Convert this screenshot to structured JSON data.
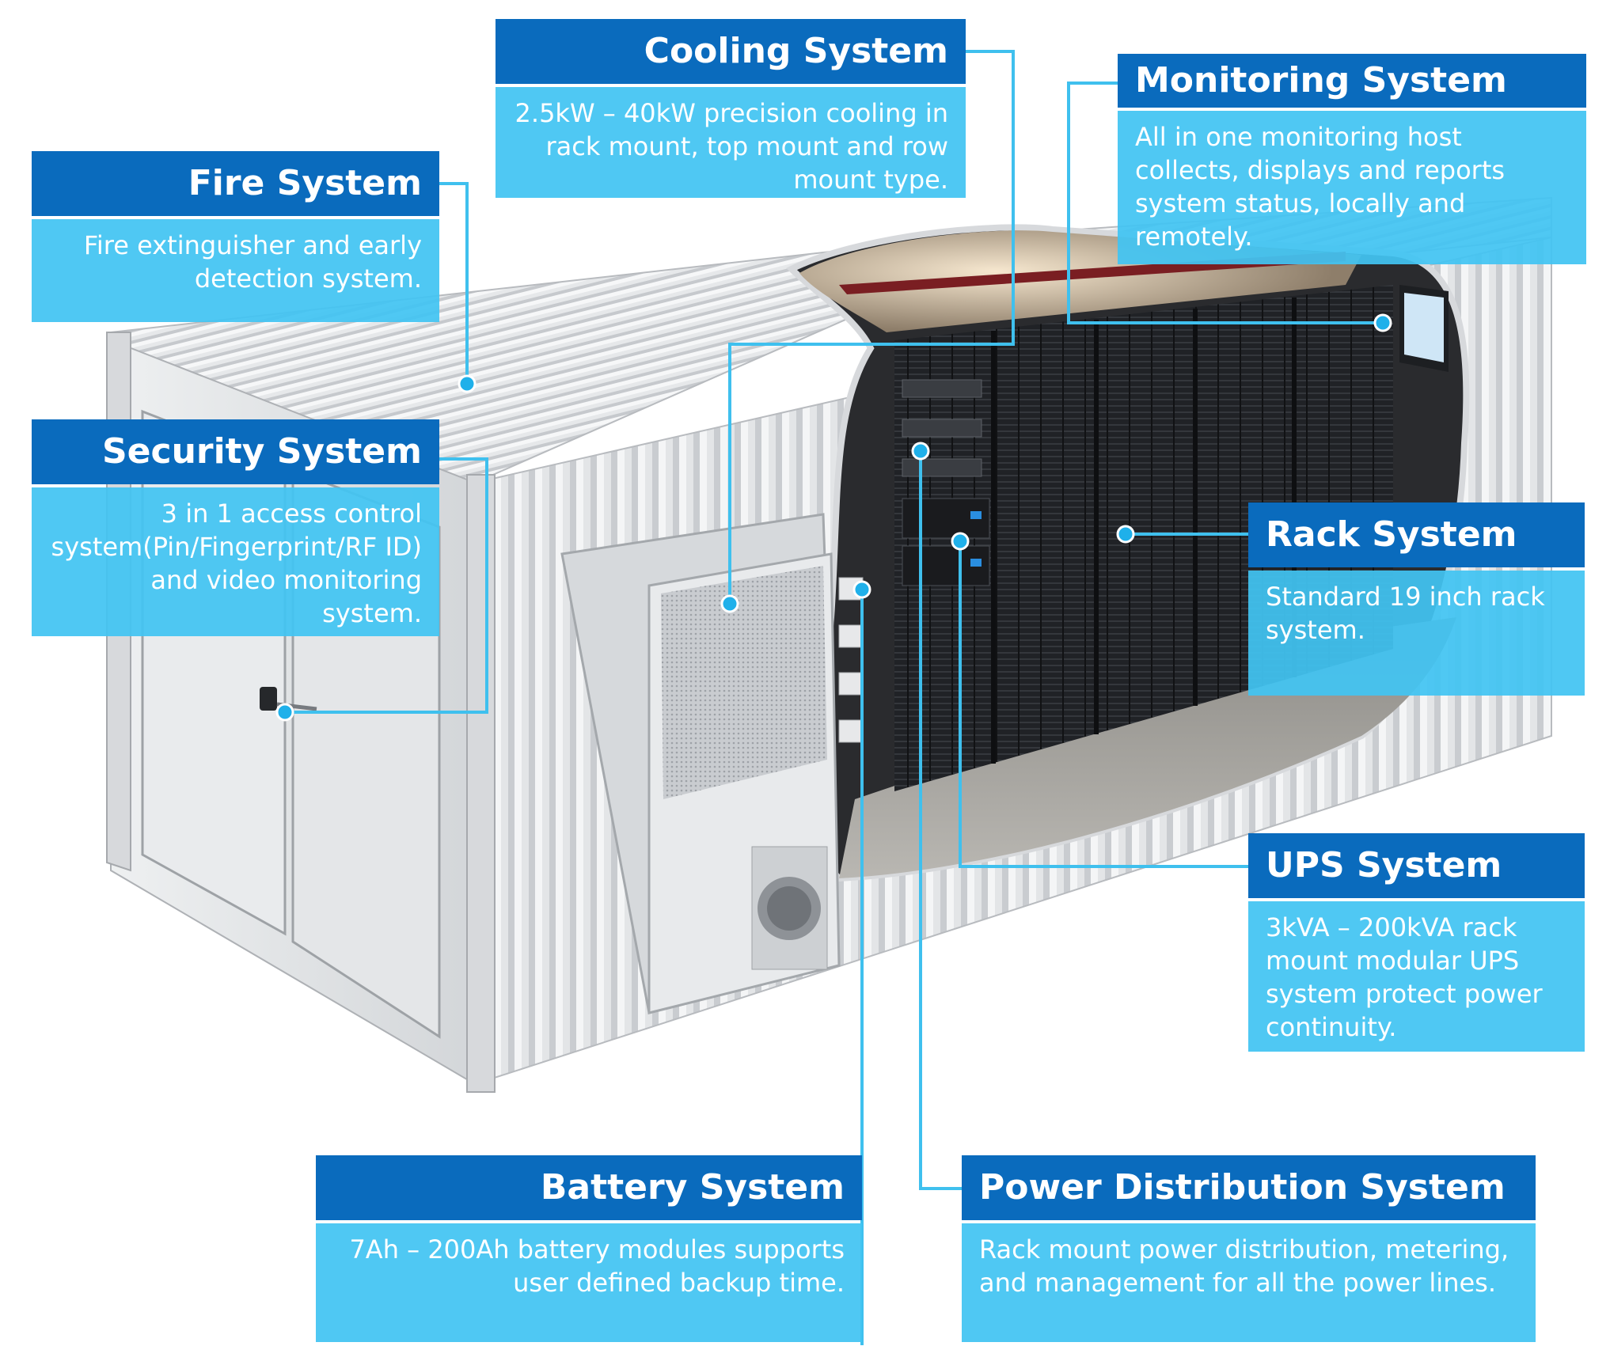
{
  "colors": {
    "header_bg": "#0a6bbd",
    "body_bg": "#42c4f2",
    "leader_line": "#3fc0ee",
    "container": "#dfe1e3",
    "rack": "#1b1c1f"
  },
  "callouts": {
    "cooling": {
      "title": "Cooling System",
      "text": "2.5kW – 40kW precision cooling in rack mount, top mount and row mount type."
    },
    "monitoring": {
      "title": "Monitoring System",
      "text": "All in one monitoring host collects, displays and reports system status, locally and remotely."
    },
    "fire": {
      "title": "Fire System",
      "text": "Fire extinguisher and early detection system."
    },
    "security": {
      "title": "Security System",
      "text": "3 in 1 access control system(Pin/Fingerprint/RF ID) and video monitoring system."
    },
    "rack": {
      "title": "Rack System",
      "text": "Standard 19 inch rack system."
    },
    "ups": {
      "title": "UPS System",
      "text": "3kVA – 200kVA rack mount modular UPS system protect power continuity."
    },
    "battery": {
      "title": "Battery System",
      "text": "7Ah – 200Ah battery modules supports user defined backup time."
    },
    "power": {
      "title": "Power Distribution System",
      "text": "Rack mount power distribution, metering, and management for all the power lines."
    }
  }
}
